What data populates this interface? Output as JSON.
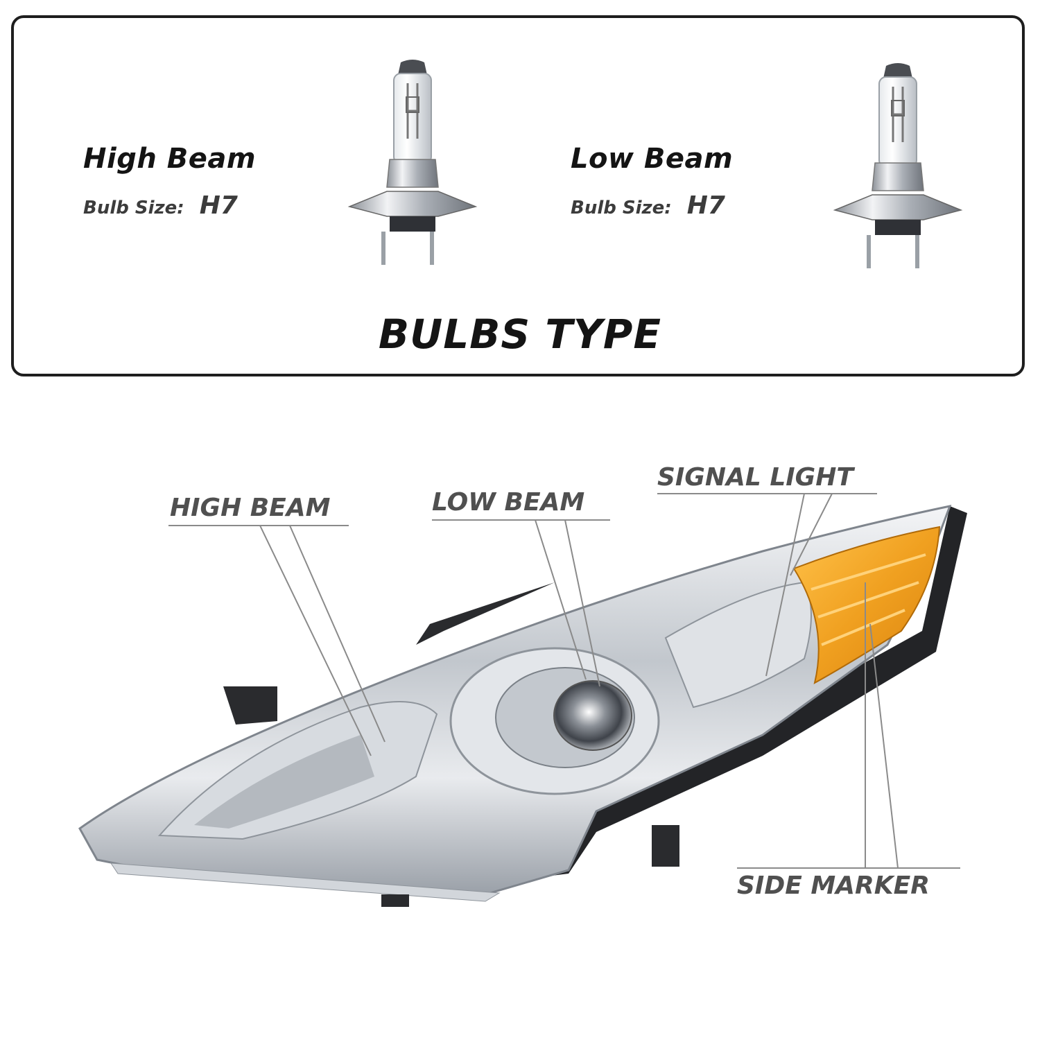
{
  "bulbs": [
    {
      "title": "High Beam",
      "size_label": "Bulb Size:",
      "size_value": "H7"
    },
    {
      "title": "Low Beam",
      "size_label": "Bulb Size:",
      "size_value": "H7"
    }
  ],
  "section_title": "BULBS TYPE",
  "callouts": {
    "high_beam": "HIGH BEAM",
    "low_beam": "LOW BEAM",
    "signal_light": "SIGNAL LIGHT",
    "side_marker": "SIDE MARKER"
  },
  "colors": {
    "amber": "#f0a020",
    "chrome": "#c8ccd2",
    "text_dark": "#141414",
    "text_gray": "#505050"
  }
}
